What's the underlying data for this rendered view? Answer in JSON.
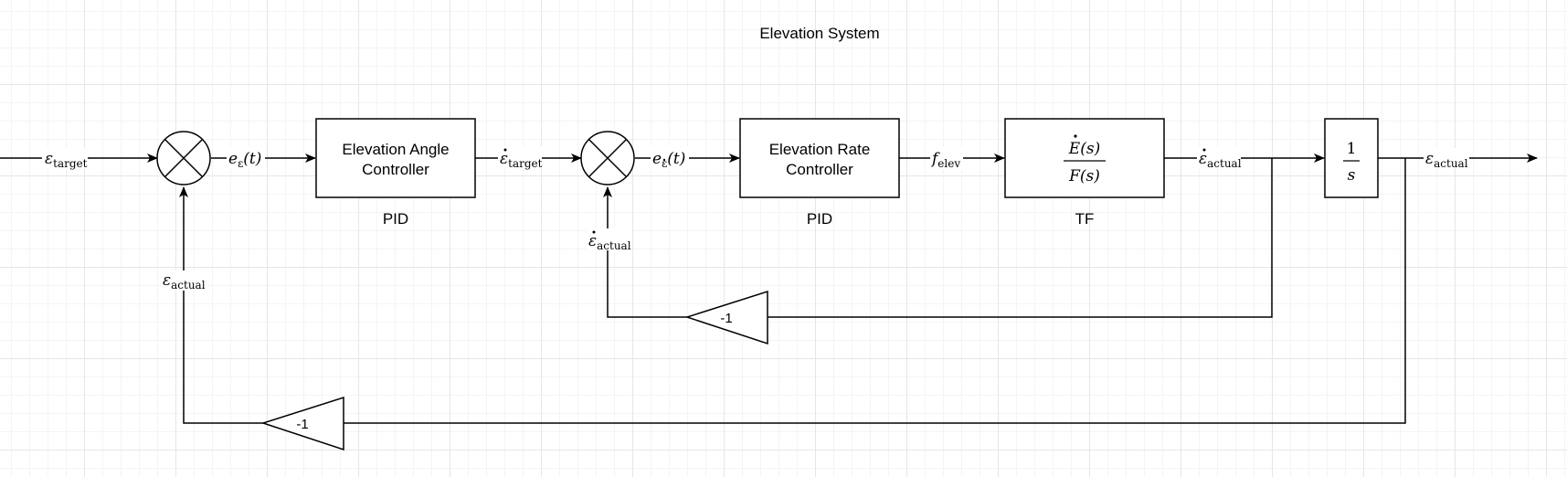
{
  "title": "Elevation System",
  "blocks": {
    "angle_controller": {
      "line1": "Elevation Angle",
      "line2": "Controller",
      "caption": "PID"
    },
    "rate_controller": {
      "line1": "Elevation Rate",
      "line2": "Controller",
      "caption": "PID"
    },
    "transfer_function": {
      "numerator": "E(s)",
      "denominator": "F(s)",
      "caption": "TF"
    },
    "integrator": {
      "numerator": "1",
      "denominator": "s"
    }
  },
  "gains": {
    "inner_loop": "-1",
    "outer_loop": "-1"
  },
  "signals": {
    "input": {
      "symbol": "ε",
      "subscript": "target"
    },
    "error_angle": {
      "prefix": "e",
      "subscript": "ε",
      "suffix": "(t)"
    },
    "rate_target": {
      "symbol": "ε",
      "subscript": "target",
      "dot": true
    },
    "error_rate": {
      "prefix": "e",
      "subscript": "ε",
      "suffix": "(t)",
      "dot_subscript": true
    },
    "force": {
      "symbol": "f",
      "subscript": "elev"
    },
    "rate_actual": {
      "symbol": "ε",
      "subscript": "actual",
      "dot": true
    },
    "rate_feedback": {
      "symbol": "ε",
      "subscript": "actual",
      "dot": true
    },
    "output": {
      "symbol": "ε",
      "subscript": "actual"
    },
    "angle_feedback": {
      "symbol": "ε",
      "subscript": "actual"
    }
  }
}
